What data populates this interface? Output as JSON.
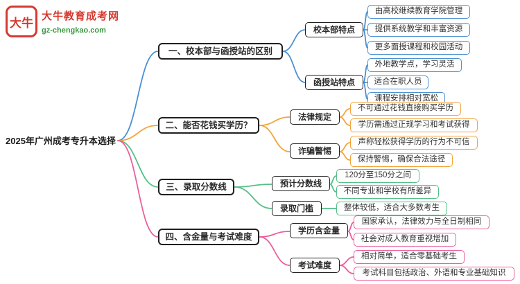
{
  "site": {
    "logo_glyph": "大牛",
    "brand": "大牛教育成考网",
    "domain": "gz-chengkao.com",
    "brand_color": "#d63a2f",
    "domain_color": "#3c9a46"
  },
  "mindmap": {
    "root": "2025年广州成考专升本选择",
    "branches": [
      {
        "label": "一、校本部与函授站的区别",
        "color": "#4a90d2",
        "children": [
          {
            "label": "校本部特点",
            "leaves": [
              "由高校继续教育学院管理",
              "提供系统教学和丰富资源",
              "更多面授课程和校园活动"
            ]
          },
          {
            "label": "函授站特点",
            "leaves": [
              "外地教学点，学习灵活",
              "适合在职人员",
              "课程安排相对宽松"
            ]
          }
        ]
      },
      {
        "label": "二、能否花钱买学历？",
        "color": "#f3a33b",
        "children": [
          {
            "label": "法律规定",
            "leaves": [
              "不可通过花钱直接购买学历",
              "学历需通过正规学习和考试获得"
            ]
          },
          {
            "label": "诈骗警惕",
            "leaves": [
              "声称轻松获得学历的行为不可信",
              "保持警惕，确保合法途径"
            ]
          }
        ]
      },
      {
        "label": "三、录取分数线",
        "color": "#56be88",
        "children": [
          {
            "label": "预计分数线",
            "leaves": [
              "120分至150分之间",
              "不同专业和学校有所差异"
            ]
          },
          {
            "label": "录取门槛",
            "leaves": [
              "整体较低，适合大多数考生"
            ]
          }
        ]
      },
      {
        "label": "四、含金量与考试难度",
        "color": "#ec5e9c",
        "children": [
          {
            "label": "学历含金量",
            "leaves": [
              "国家承认，法律效力与全日制相同",
              "社会对成人教育重视增加"
            ]
          },
          {
            "label": "考试难度",
            "leaves": [
              "相对简单，适合零基础考生",
              "考试科目包括政治、外语和专业基础知识"
            ]
          }
        ]
      }
    ]
  }
}
